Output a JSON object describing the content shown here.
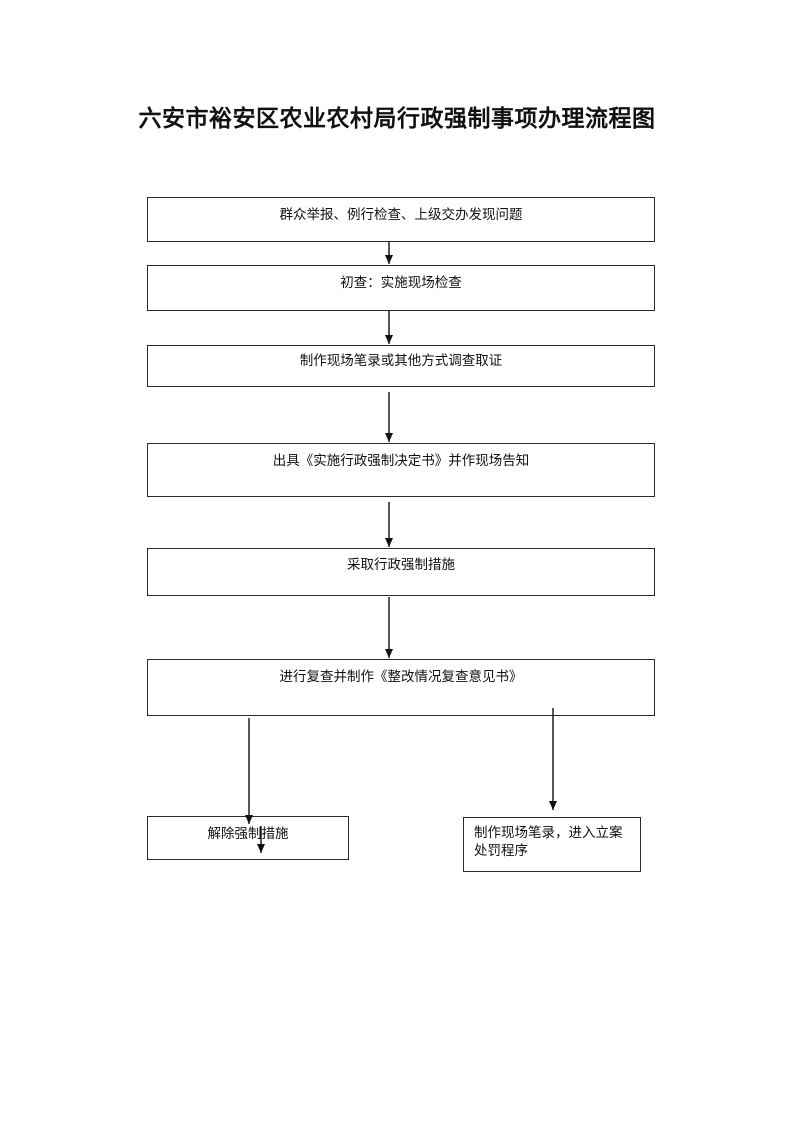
{
  "title": "六安市裕安区农业农村局行政强制事项办理流程图",
  "steps": [
    "群众举报、例行检查、上级交办发现问题",
    "初查：实施现场检查",
    "制作现场笔录或其他方式调查取证",
    "出具《实施行政强制决定书》并作现场告知",
    "采取行政强制措施",
    "进行复查并制作《整改情况复查意见书》"
  ],
  "outcomes": {
    "left": "解除强制措施",
    "right": "制作现场笔录，进入立案处罚程序"
  }
}
